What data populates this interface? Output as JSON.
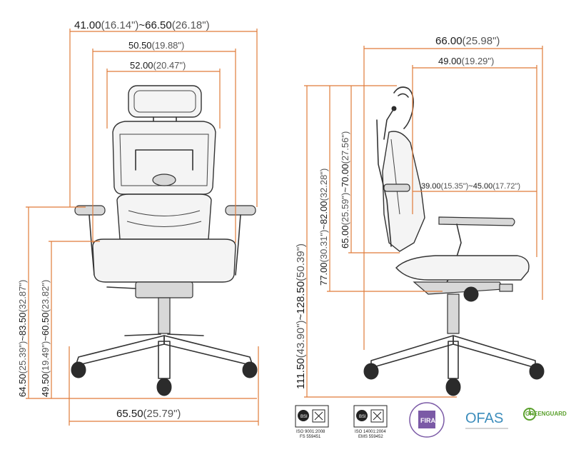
{
  "colors": {
    "dimension_line": "#e07b39",
    "drawing": "#333333",
    "text": "#1a1a1a",
    "inches": "#555555"
  },
  "front_view": {
    "overall_width_range": {
      "metric": "41.00",
      "imperial": "(16.14\")",
      "sep": "~",
      "metric2": "66.50",
      "imperial2": "(26.18\")"
    },
    "seat_width": {
      "metric": "50.50",
      "imperial": "(19.88\")"
    },
    "back_width": {
      "metric": "52.00",
      "imperial": "(20.47\")"
    },
    "armrest_height": {
      "metric": "64.50",
      "imperial": "(25.39\")",
      "sep": "~",
      "metric2": "83.50",
      "imperial2": "(32.87\")"
    },
    "seat_height": {
      "metric": "49.50",
      "imperial": "(19.49\")",
      "sep": "~",
      "metric2": "60.50",
      "imperial2": "(23.82\")"
    },
    "base_width": {
      "metric": "65.50",
      "imperial": "(25.79\")"
    }
  },
  "side_view": {
    "overall_depth": {
      "metric": "66.00",
      "imperial": "(25.98\")"
    },
    "seat_depth": {
      "metric": "49.00",
      "imperial": "(19.29\")"
    },
    "seat_depth_adjust": {
      "metric": "39.00",
      "imperial": "(15.35\")",
      "sep": "~",
      "metric2": "45.00",
      "imperial2": "(17.72\")"
    },
    "overall_height": {
      "metric": "111.50",
      "imperial": "(43.90\")",
      "sep": "~",
      "metric2": "128.50",
      "imperial2": "(50.39\")"
    },
    "back_height_a": {
      "metric": "77.00",
      "imperial": "(30.31\")",
      "sep": "~",
      "metric2": "82.00",
      "imperial2": "(32.28\")"
    },
    "back_height_b": {
      "metric": "65.00",
      "imperial": "(25.59\")",
      "sep": "~",
      "metric2": "70.00",
      "imperial2": "(27.56\")"
    }
  },
  "certifications": [
    {
      "name": "bsi-9001-icon",
      "line1": "ISO 9001:2008",
      "line2": "FS 559451"
    },
    {
      "name": "bsi-14001-icon",
      "line1": "ISO 14001:2004",
      "line2": "EMS 559452"
    },
    {
      "name": "fira-icon",
      "line1": "FIRA"
    },
    {
      "name": "ofas-icon",
      "line1": "OFAS"
    },
    {
      "name": "greenguard-icon",
      "line1": "GREENGUARD"
    }
  ]
}
